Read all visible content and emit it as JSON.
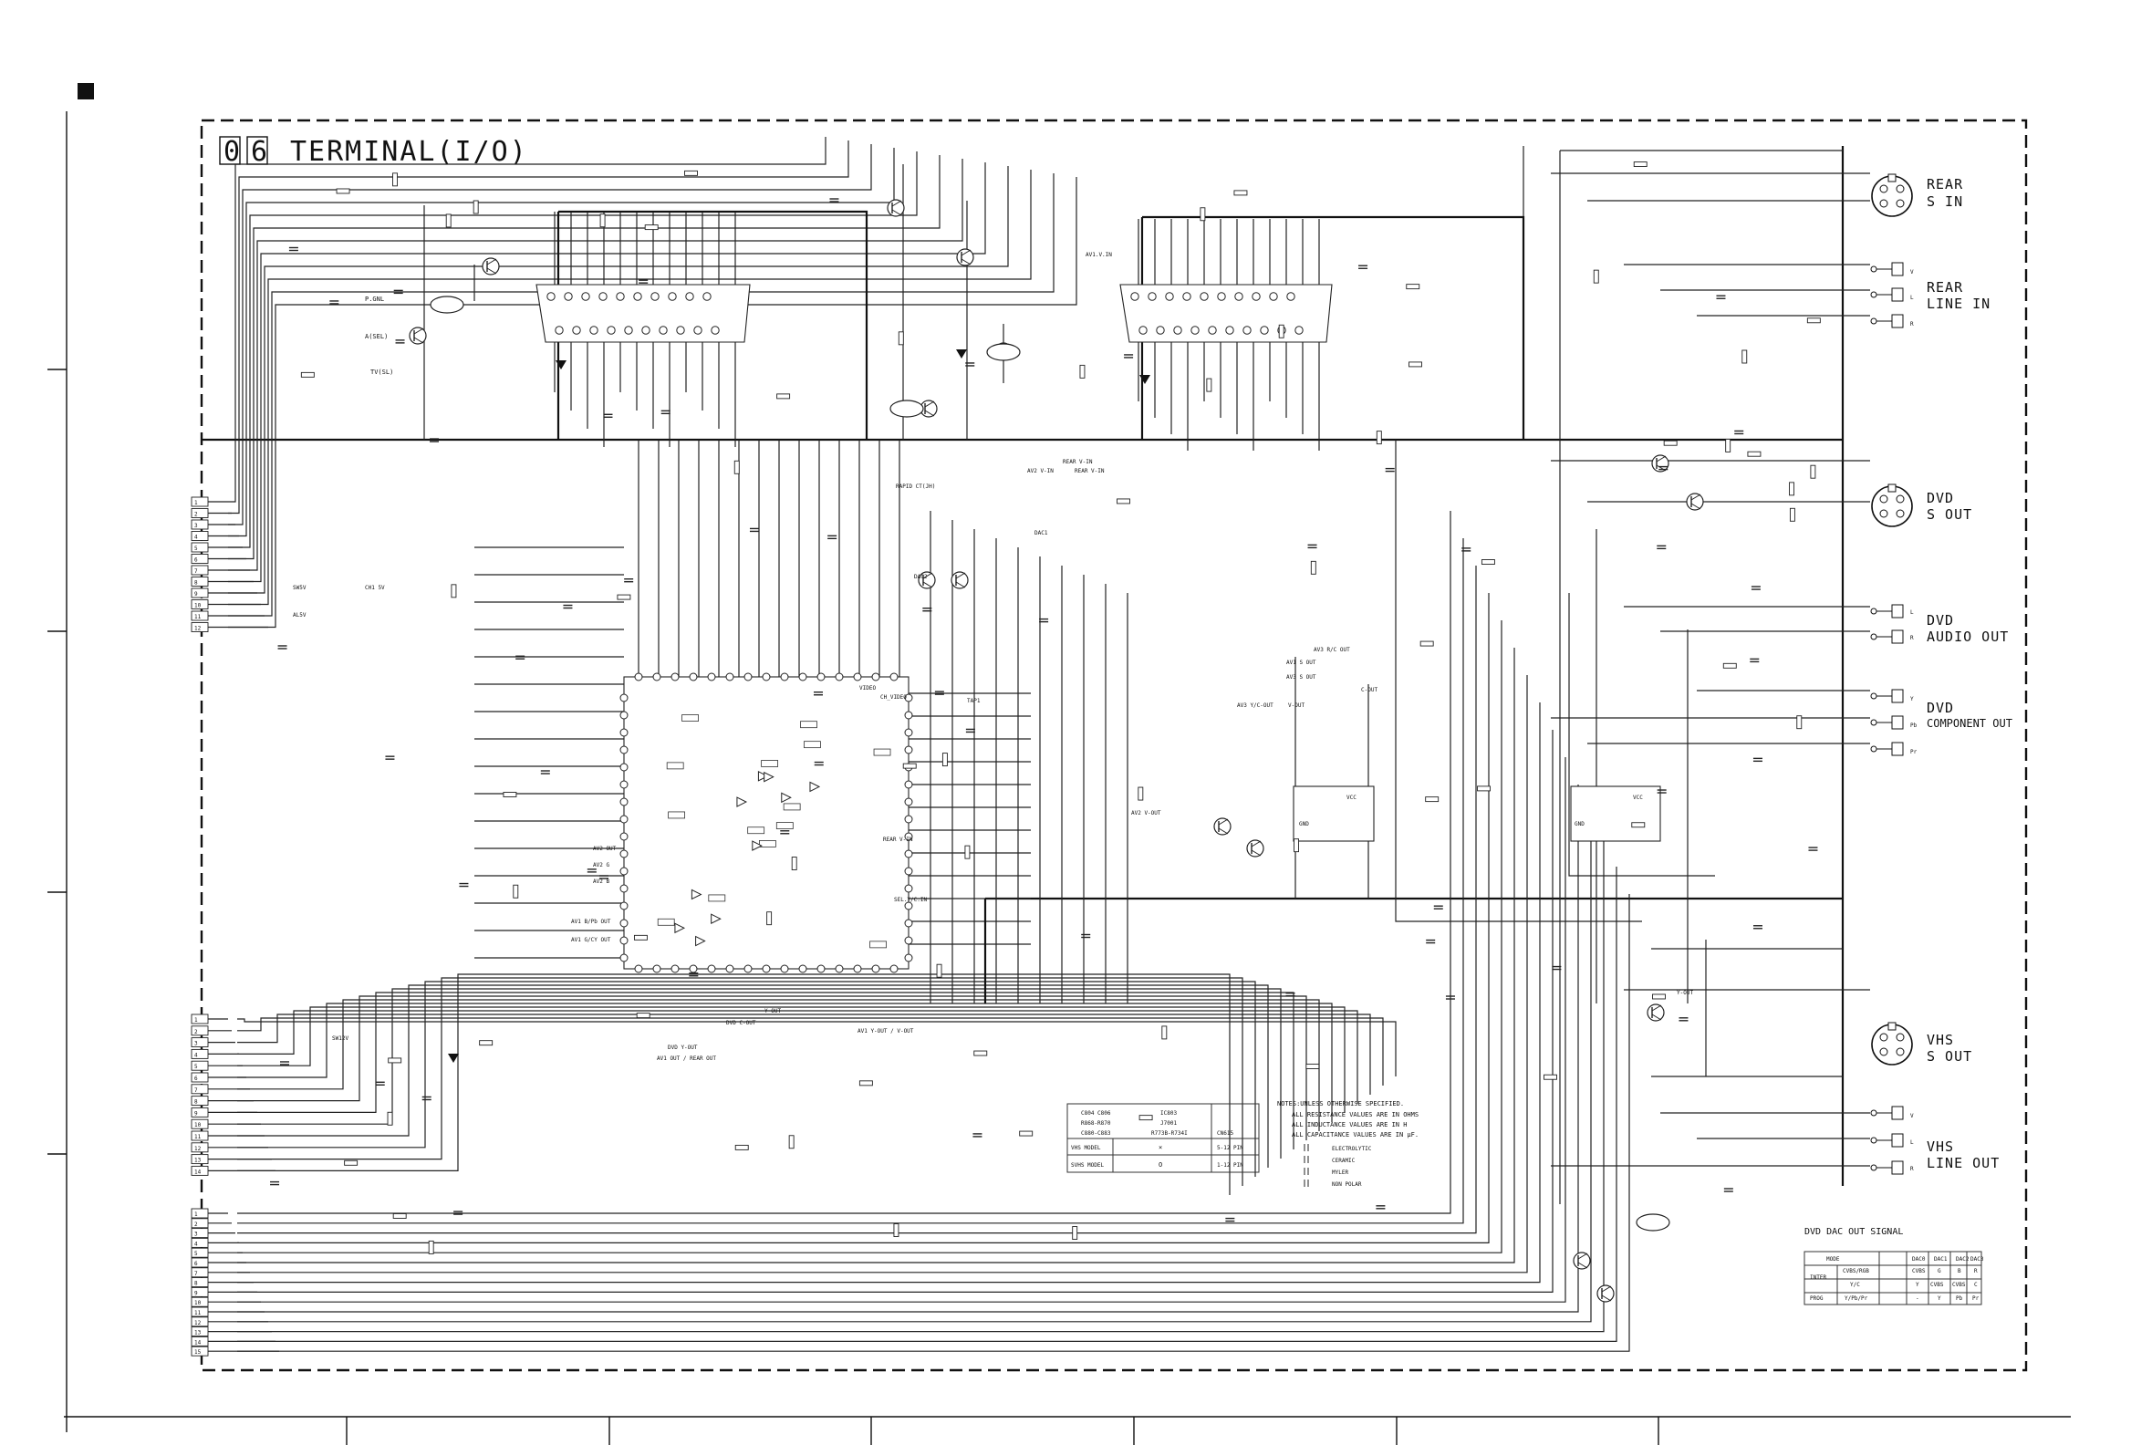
{
  "sheet": {
    "title_digits": [
      "0",
      "6"
    ],
    "title_text": "TERMINAL(I/O)"
  },
  "connectors": {
    "rear_s_in": [
      "REAR",
      "S IN"
    ],
    "rear_line_in": [
      "REAR",
      "LINE IN"
    ],
    "dvd_s_out": [
      "DVD",
      "S OUT"
    ],
    "dvd_audio_out": [
      "DVD",
      "AUDIO OUT"
    ],
    "dvd_component_out": [
      "DVD",
      "COMPONENT OUT"
    ],
    "vhs_s_out": [
      "VHS",
      "S OUT"
    ],
    "vhs_line_out": [
      "VHS",
      "LINE OUT"
    ]
  },
  "jack_pins": {
    "rear_line_in": [
      "V",
      "L",
      "R"
    ],
    "dvd_audio_out": [
      "L",
      "R"
    ],
    "dvd_component_out": [
      "Y",
      "Pb",
      "Pr"
    ],
    "vhs_line_out": [
      "V",
      "L",
      "R"
    ]
  },
  "net_labels": {
    "p_gnd": "P.GNL",
    "a_sel": "A(SEL)",
    "tv_sel": "TV(SL)",
    "av1_v_in": "AV1.V.IN",
    "rear_v_in_1": "REAR V-IN",
    "av2_v_in": "AV2 V-IN",
    "rear_v_in_2": "REAR V-IN",
    "rapid_ct": "RAPID CT(JH)",
    "sw5v": "SW5V",
    "ch1_5v": "CH1 5V",
    "al5v": "AL5V",
    "sw12v": "SW12V",
    "av3_rc_out": "AV3 R/C OUT",
    "av1_s_out": "AV1 S OUT",
    "av3_s_out": "AV3 S OUT",
    "c_out": "C-OUT",
    "av3_yc_out": "AV3 Y/C-OUT",
    "v_out": "V-OUT",
    "av2_v_out": "AV2 V-OUT",
    "y_out": "Y-OUT",
    "dvd_c_out": "DVD C-OUT",
    "dvd_y_out": "DVD Y-OUT",
    "av1_yout_vout": "AV1 Y-OUT / V-OUT",
    "av1_vout_rear": "AV1 OUT / REAR OUT",
    "av2_out": "AV2 OUT",
    "av2_g": "AV2 G",
    "av2_b": "AV2 B",
    "av1_bpb_out": "AV1 B/Pb OUT",
    "av1_gcy_out": "AV1 G/CY OUT",
    "rear_vin_ic": "REAR V-IN",
    "sel_ycin": "SEL.Y/C.IN",
    "ch_video": "CH_VIDEO",
    "dac2": "DAC2",
    "dac1": "DAC1",
    "video_out": "VIDEO",
    "gnd": "GND",
    "vcc": "VCC",
    "tup": "TAP1",
    "yout_short": "Y-OUT"
  },
  "model_table": {
    "row1": [
      "C804 C806",
      "IC803"
    ],
    "row2": [
      "R868-R870",
      "J7001"
    ],
    "row3": [
      "C880-C883",
      "R773B-R734I",
      "CN615"
    ],
    "vhs_model": [
      "VHS MODEL",
      "×",
      "5-12 PIN"
    ],
    "svhs_model": [
      "SVHS MODEL",
      "O",
      "1-12 PIN"
    ]
  },
  "notes": {
    "head": "NOTES:UNLESS OTHERWISE SPECIFIED.",
    "lines": [
      "ALL RESISTANCE VALUES ARE IN OHMS",
      "ALL INDUCTANCE VALUES ARE IN H",
      "ALL CAPACITANCE VALUES ARE IN μF."
    ],
    "legend": [
      "ELECTROLYTIC",
      "CERAMIC",
      "MYLER",
      "NON POLAR"
    ]
  },
  "dac_table": {
    "title": "DVD DAC OUT SIGNAL",
    "header": [
      "MODE",
      "",
      "DAC0",
      "DAC1",
      "DAC2",
      "DAC3"
    ],
    "rows": [
      [
        "INTER",
        "CVBS/RGB",
        "CVBS",
        "G",
        "B",
        "R"
      ],
      [
        "",
        "Y/C",
        "Y",
        "CVBS",
        "CVBS",
        "C"
      ],
      [
        "PROG",
        "Y/Pb/Pr",
        "-",
        "Y",
        "Pb",
        "Pr"
      ]
    ]
  },
  "pin_numbers": {
    "group1": [
      "1",
      "2",
      "3",
      "4",
      "5",
      "6",
      "7",
      "8",
      "9",
      "10",
      "11",
      "12"
    ],
    "group2": [
      "1",
      "2",
      "3",
      "4",
      "5",
      "6",
      "7",
      "8",
      "9",
      "10",
      "11",
      "12",
      "13",
      "14"
    ],
    "group3": [
      "1",
      "2",
      "3",
      "4",
      "5",
      "6",
      "7",
      "8",
      "9",
      "10",
      "11",
      "12",
      "13",
      "14",
      "15"
    ]
  }
}
